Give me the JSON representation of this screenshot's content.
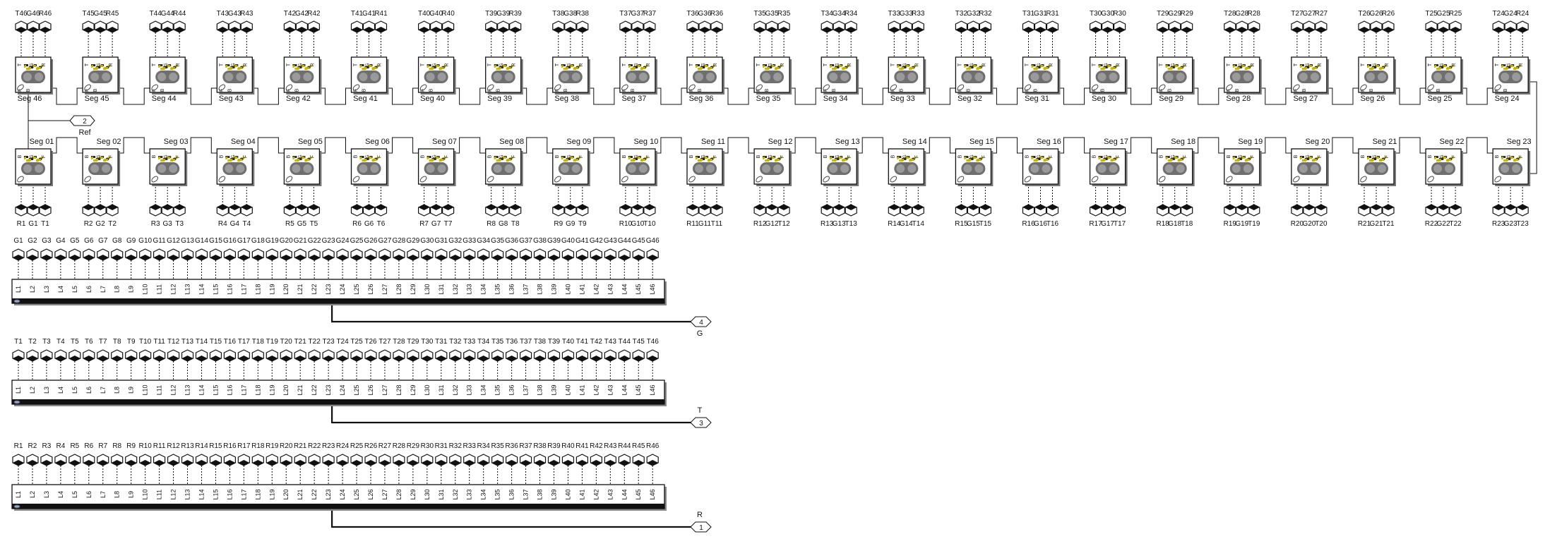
{
  "segments_top": {
    "count": 23,
    "first": 46,
    "block_prefix": "Seg ",
    "pin_labels": [
      "T",
      "G",
      "R",
      "F",
      "B"
    ],
    "port_prefixes": [
      "T",
      "G",
      "R"
    ]
  },
  "segments_bottom": {
    "count": 23,
    "first": 1,
    "block_prefix": "Seg ",
    "pin_labels": [
      "B",
      "G",
      "F",
      "T"
    ],
    "port_prefixes": [
      "R",
      "G",
      "T"
    ]
  },
  "ref_port": {
    "number": "2",
    "label": "Ref"
  },
  "buses": [
    {
      "id": "G",
      "input_prefix": "G",
      "line_prefix": "L",
      "count": 46,
      "out_number": "4",
      "out_label": "G"
    },
    {
      "id": "T",
      "input_prefix": "T",
      "line_prefix": "L",
      "count": 46,
      "out_number": "3",
      "out_label": "T"
    },
    {
      "id": "R",
      "input_prefix": "R",
      "line_prefix": "L",
      "count": 46,
      "out_number": "1",
      "out_label": "R"
    }
  ],
  "colors": {
    "line": "#111111",
    "block_fill": "#ffffff",
    "icon_body": "#6f6f6f",
    "icon_spark": "#c8b400",
    "bus_bar": "#111111"
  }
}
